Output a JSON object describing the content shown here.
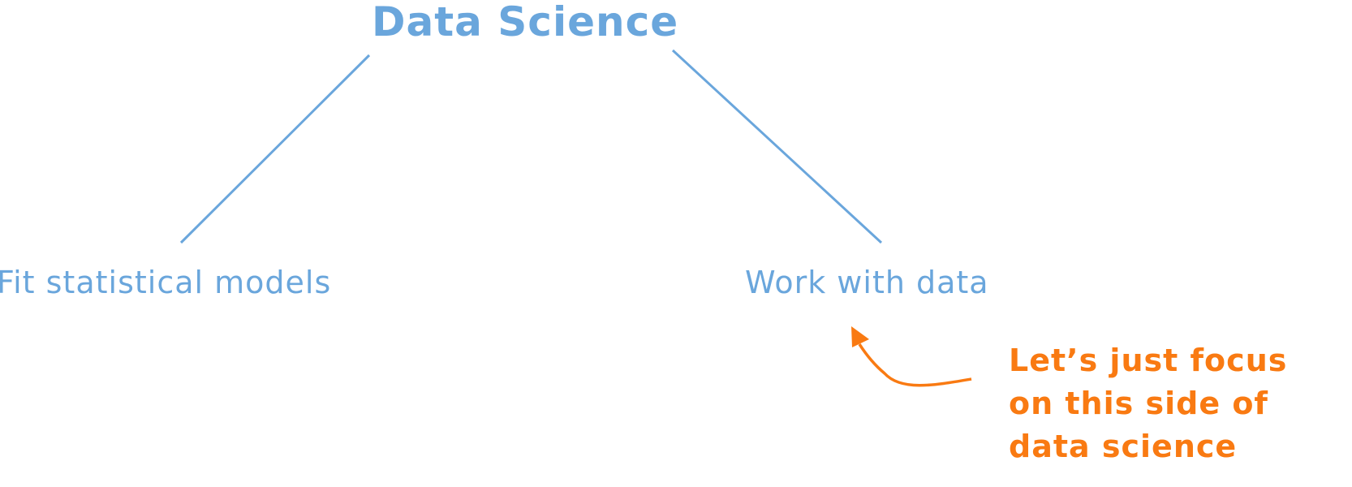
{
  "diagram": {
    "root": "Data Science",
    "branches": [
      {
        "label": "Fit statistical models"
      },
      {
        "label": "Work with data"
      }
    ],
    "annotation": {
      "text": "Let’s just focus\non this side of\ndata science",
      "target": "Work with data"
    }
  },
  "colors": {
    "primary": "#6aa6dc",
    "accent": "#f97a12"
  }
}
